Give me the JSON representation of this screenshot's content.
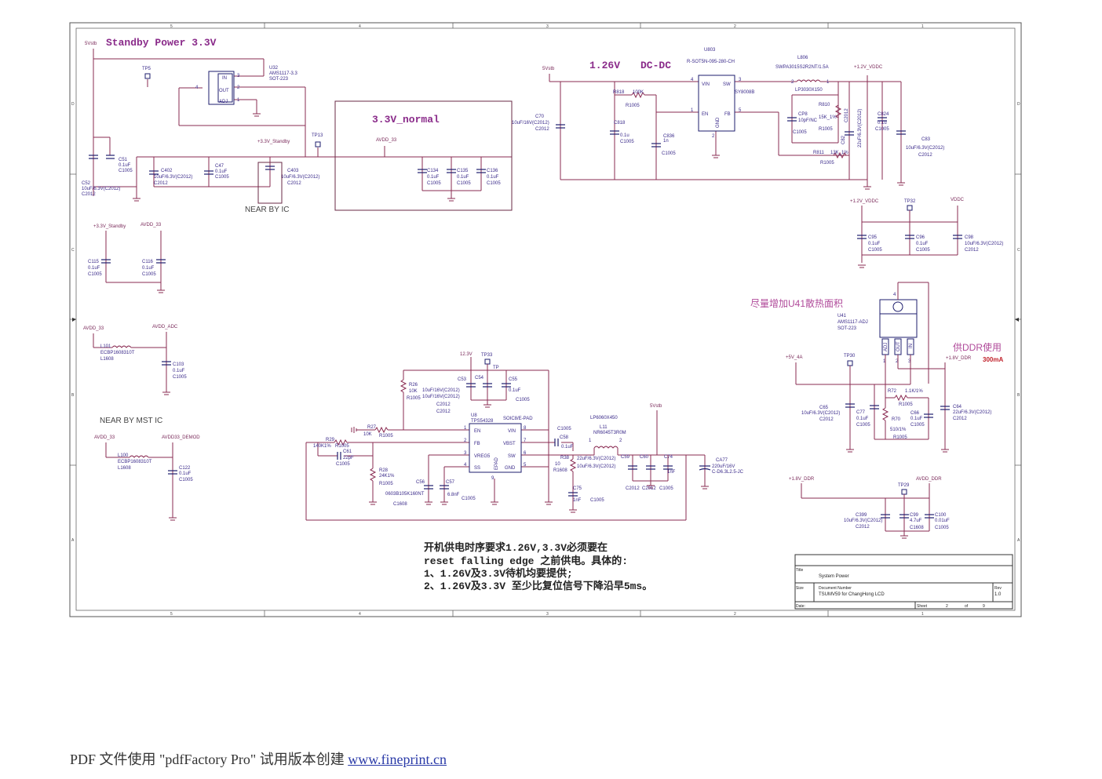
{
  "border": {
    "cols": [
      "5",
      "4",
      "3",
      "2",
      "1"
    ],
    "rows": [
      "D",
      "C",
      "B",
      "A"
    ]
  },
  "sections": {
    "standby_title": "Standby Power 3.3V",
    "normal_title": "3.3V_normal",
    "near_by_ic": "NEAR BY IC",
    "near_by_mst": "NEAR BY MST IC",
    "dcdc_title_v": "1.26V",
    "dcdc_title": "DC-DC",
    "u41_note": "尽量增加U41散热面积",
    "ddr_note": "供DDR使用",
    "ddr_current": "300mA"
  },
  "nets": {
    "v5stb": "5Vstb",
    "v33_standby": "+3.3V_Standby",
    "avdd33": "AVDD_33",
    "avdd_adc": "AVDD_ADC",
    "avdd33_demod": "AVDD33_DEMOD",
    "v12_vddc": "+1.2V_VDDC",
    "vddc": "VDDC",
    "v5_4a": "+5V_4A",
    "v18_ddr": "+1.8V_DDR",
    "avdd_ddr": "AVDD_DDR",
    "v12": "12.3V"
  },
  "parts": {
    "u32": {
      "ref": "U32",
      "val": "AMS1117-3.3",
      "pkg": "SOT-223",
      "p_in": "IN",
      "p_out": "OUT",
      "p_adj": "ADJ",
      "n3": "3",
      "n2": "2",
      "n1": "1",
      "n4": "4"
    },
    "u803": {
      "ref": "U803",
      "pkg": "R-SOT5N-095-280-CH",
      "val": "SY8008B",
      "p_vin": "VIN",
      "p_sw": "SW",
      "p_en": "EN",
      "p_fb": "FB",
      "p_gnd": "GND",
      "n4": "4",
      "n3": "3",
      "n1": "1",
      "n5": "5",
      "n2": "2"
    },
    "l806": {
      "ref": "L806",
      "val": "SWPA3015S2R2NT/1.5A",
      "pkg": "LP3030X150",
      "n2": "2",
      "n1": "1"
    },
    "u8": {
      "ref": "U8",
      "val": "TPS54328",
      "pkg": "SOIC8/E-PAD",
      "p_en": "EN",
      "p_fb": "FB",
      "p_vreg": "VREG5",
      "p_ss": "SS",
      "p_vin": "VIN",
      "p_vbst": "VBST",
      "p_sw": "SW",
      "p_gnd": "GND",
      "p_epad": "EPAD",
      "n1": "1",
      "n2": "2",
      "n3": "3",
      "n4": "4",
      "n8": "8",
      "n7": "7",
      "n6": "6",
      "n5": "5",
      "n9": "9"
    },
    "l11": {
      "ref": "L11",
      "val": "NR6045T3R0M",
      "pkg": "LP6060X450",
      "n1": "1",
      "n2": "2"
    },
    "u41": {
      "ref": "U41",
      "val": "AMS1117-ADJ",
      "pkg": "SOT-223",
      "p_adj": "ADJ",
      "p_out": "OUT",
      "p_in": "IN",
      "n1": "1",
      "n2": "2",
      "n3": "3",
      "n4": "4"
    },
    "tp5": "TP5",
    "tp13": "TP13",
    "tp32": "TP32",
    "tp33": "TP33",
    "tp": "TP",
    "tp30": "TP30",
    "tp29": "TP29"
  },
  "labels": {
    "c51": "C51",
    "c51v": "0.1uF",
    "c51p": "C1005",
    "c52": "C52",
    "c52v": "10uF/6.3V(C2012)",
    "c52p": "C2012",
    "c402": "C402",
    "c402v": "10uF/6.3V(C2012)",
    "c402p": "C2012",
    "c47": "C47",
    "c47v": "0.1uF",
    "c47p": "C1005",
    "c403": "C403",
    "c403v": "10uF/6.3V(C2012)",
    "c403p": "C2012",
    "c134": "C134",
    "c134v": "0.1uF",
    "c134p": "C1005",
    "c135": "C135",
    "c135v": "0.1uF",
    "c135p": "C1005",
    "c136": "C136",
    "c136v": "0.1uF",
    "c136p": "C1005",
    "c115": "C115",
    "c115v": "0.1uF",
    "c115p": "C1005",
    "c116": "C116",
    "c116v": "0.1uF",
    "c116p": "C1005",
    "l101": "L101",
    "l101v": "ECBP1608310T",
    "l101p": "L1608",
    "c103": "C103",
    "c103v": "0.1uF",
    "c103p": "C1005",
    "l100": "L100",
    "l100v": "ECBP1608310T",
    "l100p": "L1608",
    "c122": "C122",
    "c122v": "0.1uF",
    "c122p": "C1005",
    "c70": "C70",
    "c70v": "10uF/16V(C2012)",
    "c70p": "C2012",
    "r818": "R818",
    "r818v": "100K",
    "r818p": "R1005",
    "c818": "C818",
    "c818v": "0.1u",
    "c818p": "C1005",
    "c836": "C836",
    "c836v": "1n",
    "c836p": "C1005",
    "cp8": "CP8",
    "cp8v": "10pF/NC",
    "cp8p": "C1005",
    "r810": "R810",
    "r810v": "15K_1%",
    "r810p": "R1005",
    "c82": "C82",
    "c82v": "22uF/6.3V(C2012)",
    "c82p": "C2012",
    "r811": "R811",
    "r811v": "13K_1%",
    "r811p": "R1005",
    "c824": "C824",
    "c824v": "0.1u",
    "c824p": "C1005",
    "c83": "C83",
    "c83v": "10uF/6.3V(C2012)",
    "c83p": "C2012",
    "c95": "C95",
    "c95v": "0.1uF",
    "c95p": "C1005",
    "c96": "C96",
    "c96v": "0.1uF",
    "c96p": "C1005",
    "c98": "C98",
    "c98v": "10uF/6.3V(C2012)",
    "c98p": "C2012",
    "r26": "R26",
    "r26v": "10K",
    "r26p": "R1005",
    "c53": "C53",
    "c54": "C54",
    "c55": "C55",
    "c55v": "0.1uF",
    "c55p": "C1005",
    "c53v": "10uF/16V(C2012)",
    "c54v": "10uF/16V(C2012)",
    "c53p": "C2012",
    "c54p": "C2012",
    "r27": "R27",
    "r27v": "10K",
    "r27p": "R1005",
    "r29": "R29",
    "r29v": "140K1%",
    "r29p": "R1005",
    "c61": "C61",
    "c61v": "22pF",
    "c61p": "C1005",
    "r28": "R28",
    "r28v": "24K1%",
    "r28p": "R1005",
    "c56": "C56",
    "c56v": "0603B105K160NT",
    "c56p": "C1608",
    "c57": "C57",
    "c57v": "6.8nF",
    "c57p": "C1005",
    "c58": "C58",
    "c58v": "0.1uF",
    "c58p": "C1005",
    "r38": "R38",
    "r38v": "10",
    "r38p": "R1608",
    "c75": "C75",
    "c75v": "1nF",
    "c75p": "C1005",
    "c59": "C59",
    "c60": "C60",
    "c74": "C74",
    "c74v": "1nF",
    "c74p": "C1005",
    "c59v": "22uF/6.3V(C2012)",
    "c60v": "10uF/6.3V(C2012)",
    "c59p": "C2012",
    "c60p": "C2012",
    "ca77": "CA77",
    "ca77v": "220uF/16V",
    "ca77p": "C-D6.3L2.5-JC",
    "c65": "C65",
    "c65v": "10uF/6.3V(C2012)",
    "c65p": "C2012",
    "c77": "C77",
    "c77v": "0.1uF",
    "c77p": "C1005",
    "r72": "R72",
    "r72v": "1.1K/1%",
    "r72p": "R1005",
    "r70": "R70",
    "r70v": "510/1%",
    "r70p": "R1005",
    "c66": "C66",
    "c66v": "0.1uF",
    "c66p": "C1005",
    "c64": "C64",
    "c64v": "22uF/6.3V(C2012)",
    "c64p": "C2012",
    "c399": "C399",
    "c399v": "10uF/6.3V(C2012)",
    "c399p": "C2012",
    "c99": "C99",
    "c99v": "4.7uF",
    "c99p": "C1608",
    "c100": "C100",
    "c100v": "0.01uF",
    "c100p": "C1005"
  },
  "notes": [
    "开机供电时序要求1.26V,3.3V必须要在",
    "reset  falling edge 之前供电。具体的:",
    "1、1.26V及3.3V待机均要提供;",
    "2、1.26V及3.3V 至少比复位信号下降沿早5ms。"
  ],
  "titleblock": {
    "title_label": "Title",
    "title": "System Power",
    "size_label": "Size",
    "docnum_label": "Document Number",
    "docnum": "TSUMV59 for ChangHong LCD",
    "rev_label": "Rev",
    "rev": "1.0",
    "date_label": "Date:",
    "sheet_label": "Sheet",
    "sheet": "2",
    "of_label": "of",
    "of": "9"
  },
  "footer": {
    "text": "PDF 文件使用 \"pdfFactory Pro\" 试用版本创建 ",
    "link": "www.fineprint.cn"
  },
  "colors": {
    "wire": "#8a2b52",
    "component": "#1e1e6e",
    "title": "#8a2b8a",
    "note_red": "#c0202a"
  }
}
